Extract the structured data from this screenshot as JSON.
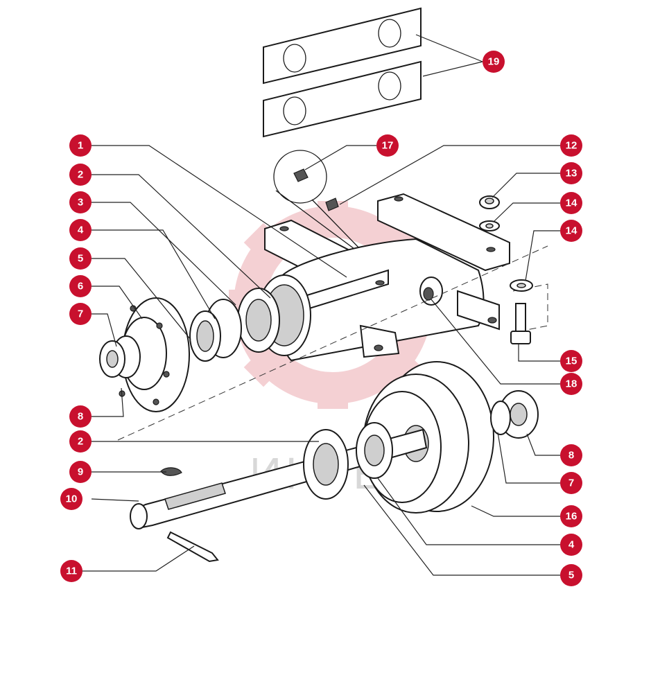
{
  "watermark": {
    "text": "ИНТЕХ",
    "color": "#e8b8bc"
  },
  "callout_color": "#c8102e",
  "callouts": [
    {
      "label": "1"
    },
    {
      "label": "2"
    },
    {
      "label": "3"
    },
    {
      "label": "4"
    },
    {
      "label": "5"
    },
    {
      "label": "6"
    },
    {
      "label": "7"
    },
    {
      "label": "8"
    },
    {
      "label": "2"
    },
    {
      "label": "9"
    },
    {
      "label": "10"
    },
    {
      "label": "11"
    },
    {
      "label": "19"
    },
    {
      "label": "17"
    },
    {
      "label": "12"
    },
    {
      "label": "13"
    },
    {
      "label": "14"
    },
    {
      "label": "14"
    },
    {
      "label": "15"
    },
    {
      "label": "18"
    },
    {
      "label": "8"
    },
    {
      "label": "7"
    },
    {
      "label": "16"
    },
    {
      "label": "4"
    },
    {
      "label": "5"
    }
  ]
}
